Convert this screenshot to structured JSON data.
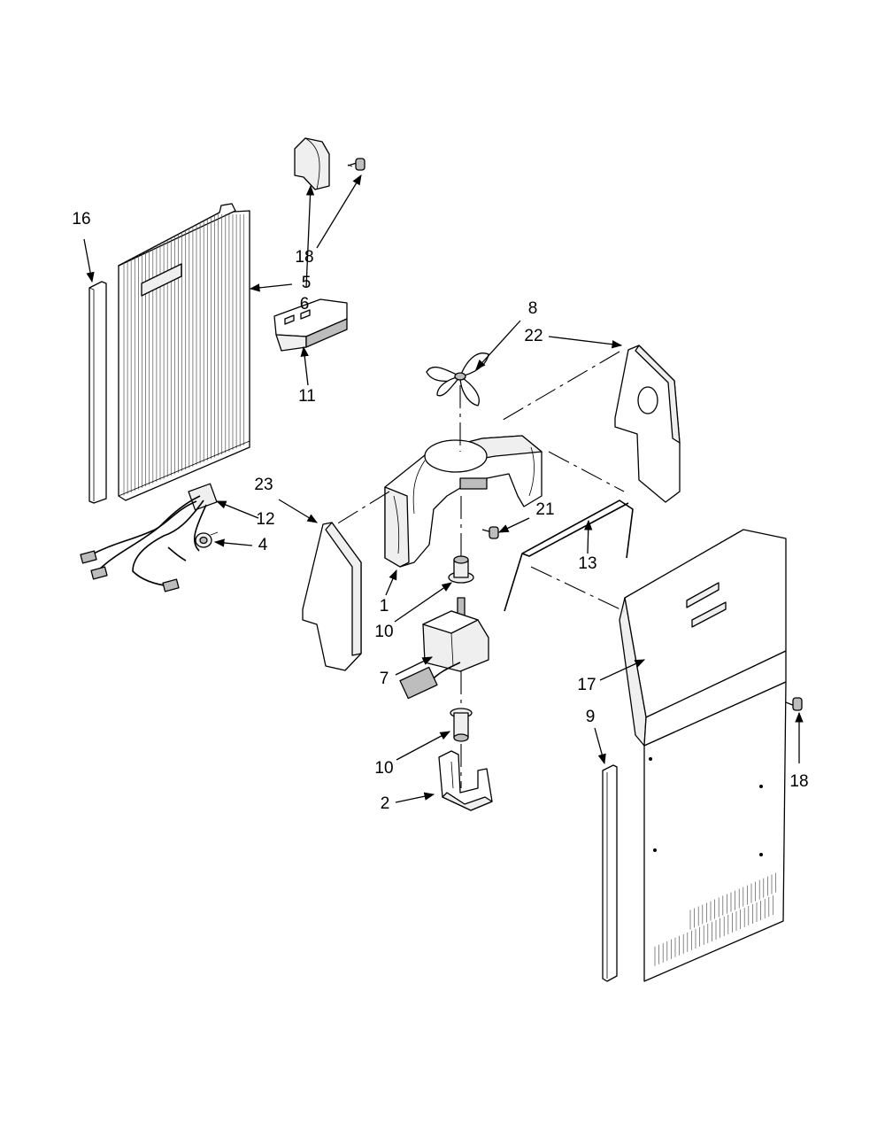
{
  "callouts": {
    "p1": "1",
    "p2": "2",
    "p4": "4",
    "p5": "5",
    "p6": "6",
    "p7": "7",
    "p8": "8",
    "p9": "9",
    "p10a": "10",
    "p10b": "10",
    "p11": "11",
    "p12": "12",
    "p13": "13",
    "p16": "16",
    "p17": "17",
    "p18a": "18",
    "p18b": "18",
    "p21": "21",
    "p22": "22",
    "p23": "23"
  }
}
